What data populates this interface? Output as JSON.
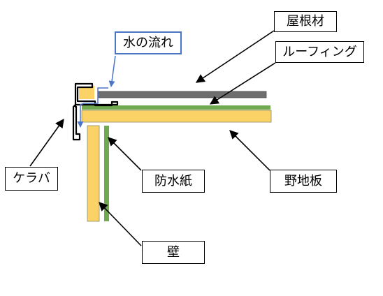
{
  "labels": {
    "roof_material": "屋根材",
    "roofing": "ルーフィング",
    "water_flow": "水の流れ",
    "keraba": "ケラバ",
    "waterproof_paper": "防水紙",
    "sheathing_board": "野地板",
    "wall": "壁"
  },
  "colors": {
    "wood": "#fad265",
    "roofing_green": "#70a94f",
    "roof_gray": "#6e6e6e",
    "water_arrow": "#4a74c4",
    "outline": "#000000"
  }
}
